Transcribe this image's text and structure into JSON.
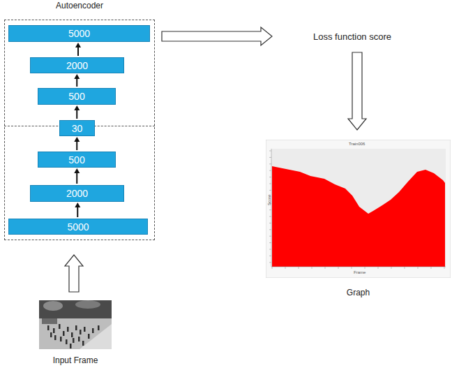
{
  "diagram": {
    "nodes": [
      {
        "text": [
          "Autoencoder"
        ]
      },
      {
        "text": [
          "5000"
        ],
        "in": 0
      },
      {
        "text": [
          "2000"
        ],
        "in": 0
      },
      {
        "text": [
          "500"
        ],
        "in": 0
      },
      {
        "text": [
          "30"
        ],
        "in": 0
      },
      {
        "text": [
          "500"
        ],
        "in": 0
      },
      {
        "text": [
          "2000"
        ],
        "in": 0
      },
      {
        "text": [
          "5000"
        ],
        "in": 0
      },
      {
        "text": [
          "Loss function score"
        ]
      },
      {
        "text": [
          "Graph"
        ]
      },
      {
        "text": [
          "Input Frame"
        ]
      }
    ],
    "edges": [
      {
        "from": 7,
        "to": 6,
        "arrow": "to"
      },
      {
        "from": 6,
        "to": 5,
        "arrow": "to"
      },
      {
        "from": 5,
        "to": 4,
        "arrow": "to"
      },
      {
        "from": 4,
        "to": 3,
        "arrow": "to"
      },
      {
        "from": 3,
        "to": 2,
        "arrow": "to"
      },
      {
        "from": 2,
        "to": 1,
        "arrow": "to"
      },
      {
        "from": 10,
        "to": 0,
        "arrow": "to"
      },
      {
        "from": 0,
        "to": 8,
        "arrow": "to"
      },
      {
        "from": 8,
        "to": 9,
        "arrow": "to"
      }
    ],
    "labels": [
      "Train006",
      "Score",
      "Frame"
    ]
  }
}
